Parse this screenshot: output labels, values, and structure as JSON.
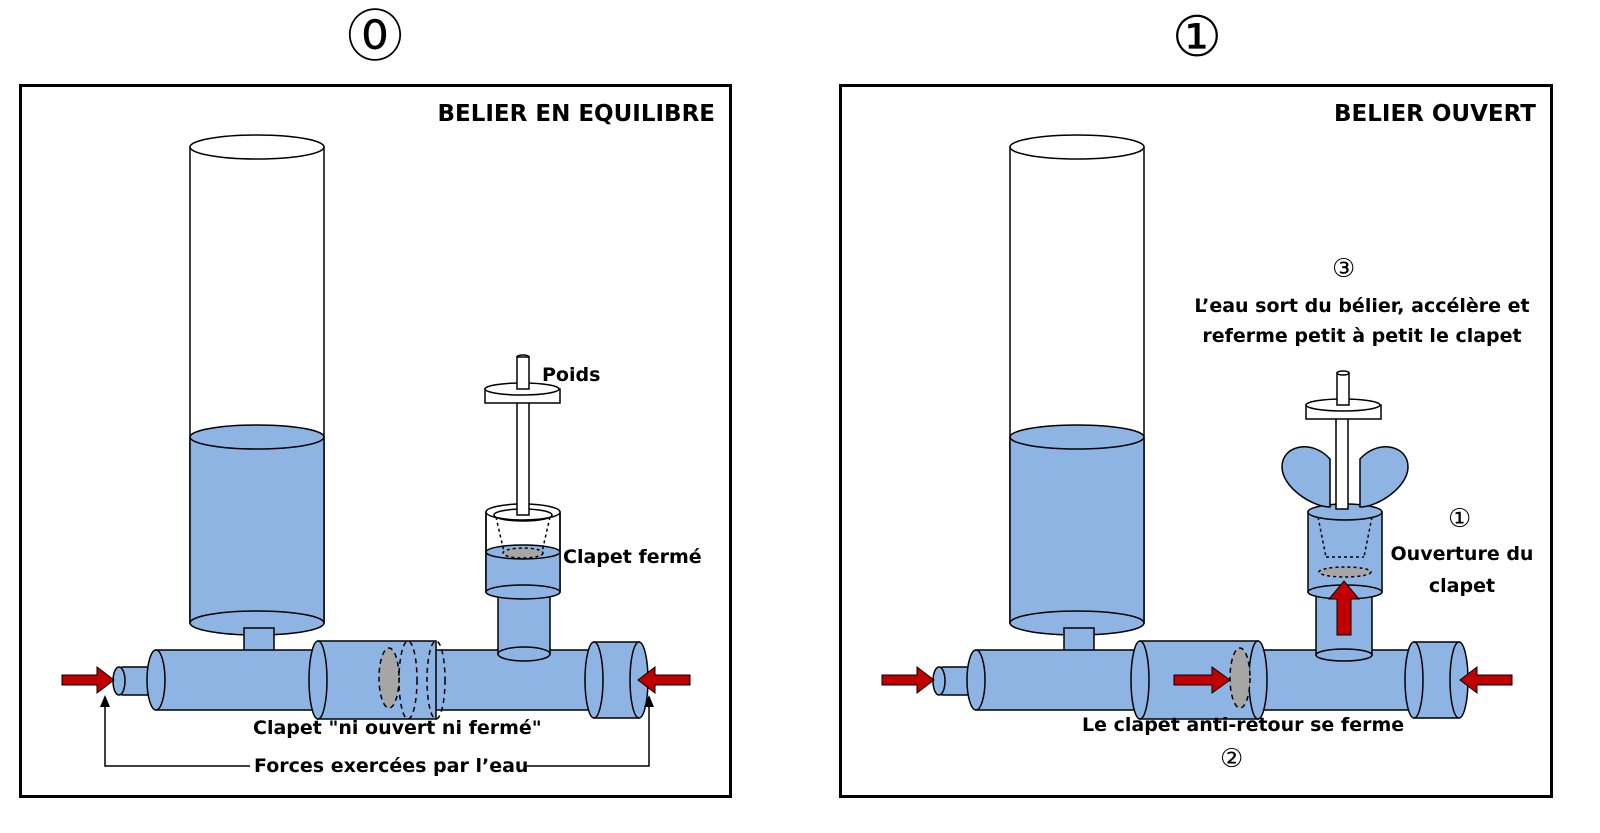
{
  "stages": [
    {
      "number": "⓪",
      "title": "BELIER EN EQUILIBRE",
      "labels": {
        "poids": "Poids",
        "clapet_ferme": "Clapet  fermé",
        "clapet_ni": "Clapet \"ni ouvert ni fermé\"",
        "forces": "Forces exercées par l’eau"
      }
    },
    {
      "number": "①",
      "title": "BELIER OUVERT",
      "labels": {
        "step3_num": "③",
        "step3_line1": "L’eau sort du bélier, accélère et",
        "step3_line2": "referme petit à petit le clapet",
        "step1_num": "①",
        "step1_line1": "Ouverture du",
        "step1_line2": "clapet",
        "step2_line": "Le clapet anti-retour se ferme",
        "step2_num": "②"
      }
    }
  ],
  "colors": {
    "water": "#8eb4e3",
    "arrow": "#c00000",
    "valve": "#a6a6a6",
    "outline": "#000000"
  }
}
